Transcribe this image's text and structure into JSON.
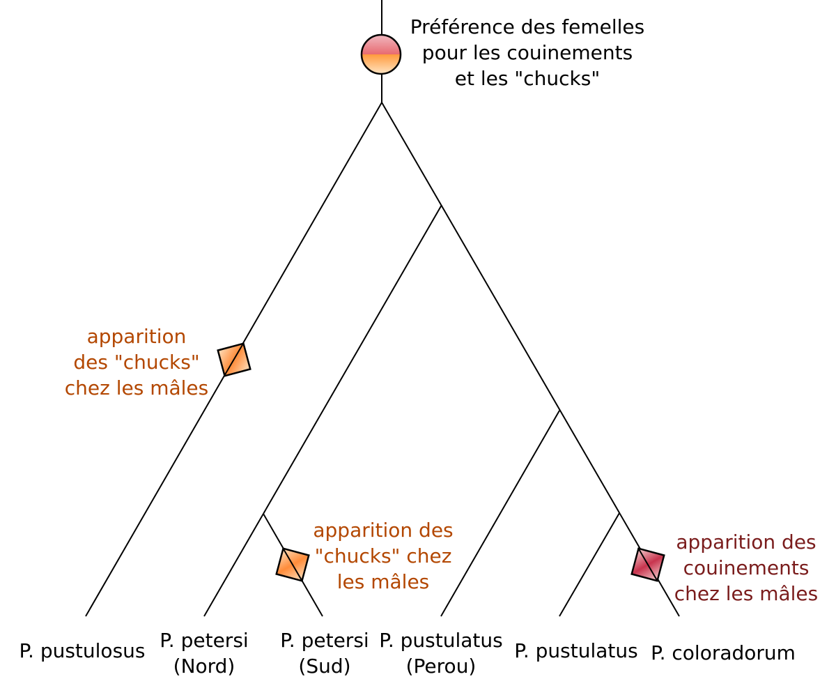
{
  "ancestral_trait": {
    "text": "Préférence des femelles\npour les couinements\net les \"chucks\""
  },
  "events": {
    "chucks_pustulosus": "apparition\ndes \"chucks\"\nchez les mâles",
    "chucks_petersi_sud": "apparition des\n\"chucks\" chez\nles mâles",
    "couinements_coloradorum": "apparition des\ncouinements\nchez les mâles"
  },
  "taxa": {
    "pustulosus": "P. pustulosus",
    "petersi_nord": "P. petersi\n(Nord)",
    "petersi_sud": "P. petersi\n(Sud)",
    "pustulatus_perou": "P. pustulatus\n(Perou)",
    "pustulatus": "P. pustulatus",
    "coloradorum": "P. coloradorum"
  },
  "colors": {
    "line": "#000000",
    "text": "#000000",
    "chucks_label": "#B34700",
    "couinements_label": "#7A1C1C",
    "orange_gradient_light": "#FFD7A8",
    "orange_gradient_dark": "#FF7F2A",
    "red_gradient_light": "#F2C8C8",
    "red_gradient_dark": "#C0304A"
  }
}
